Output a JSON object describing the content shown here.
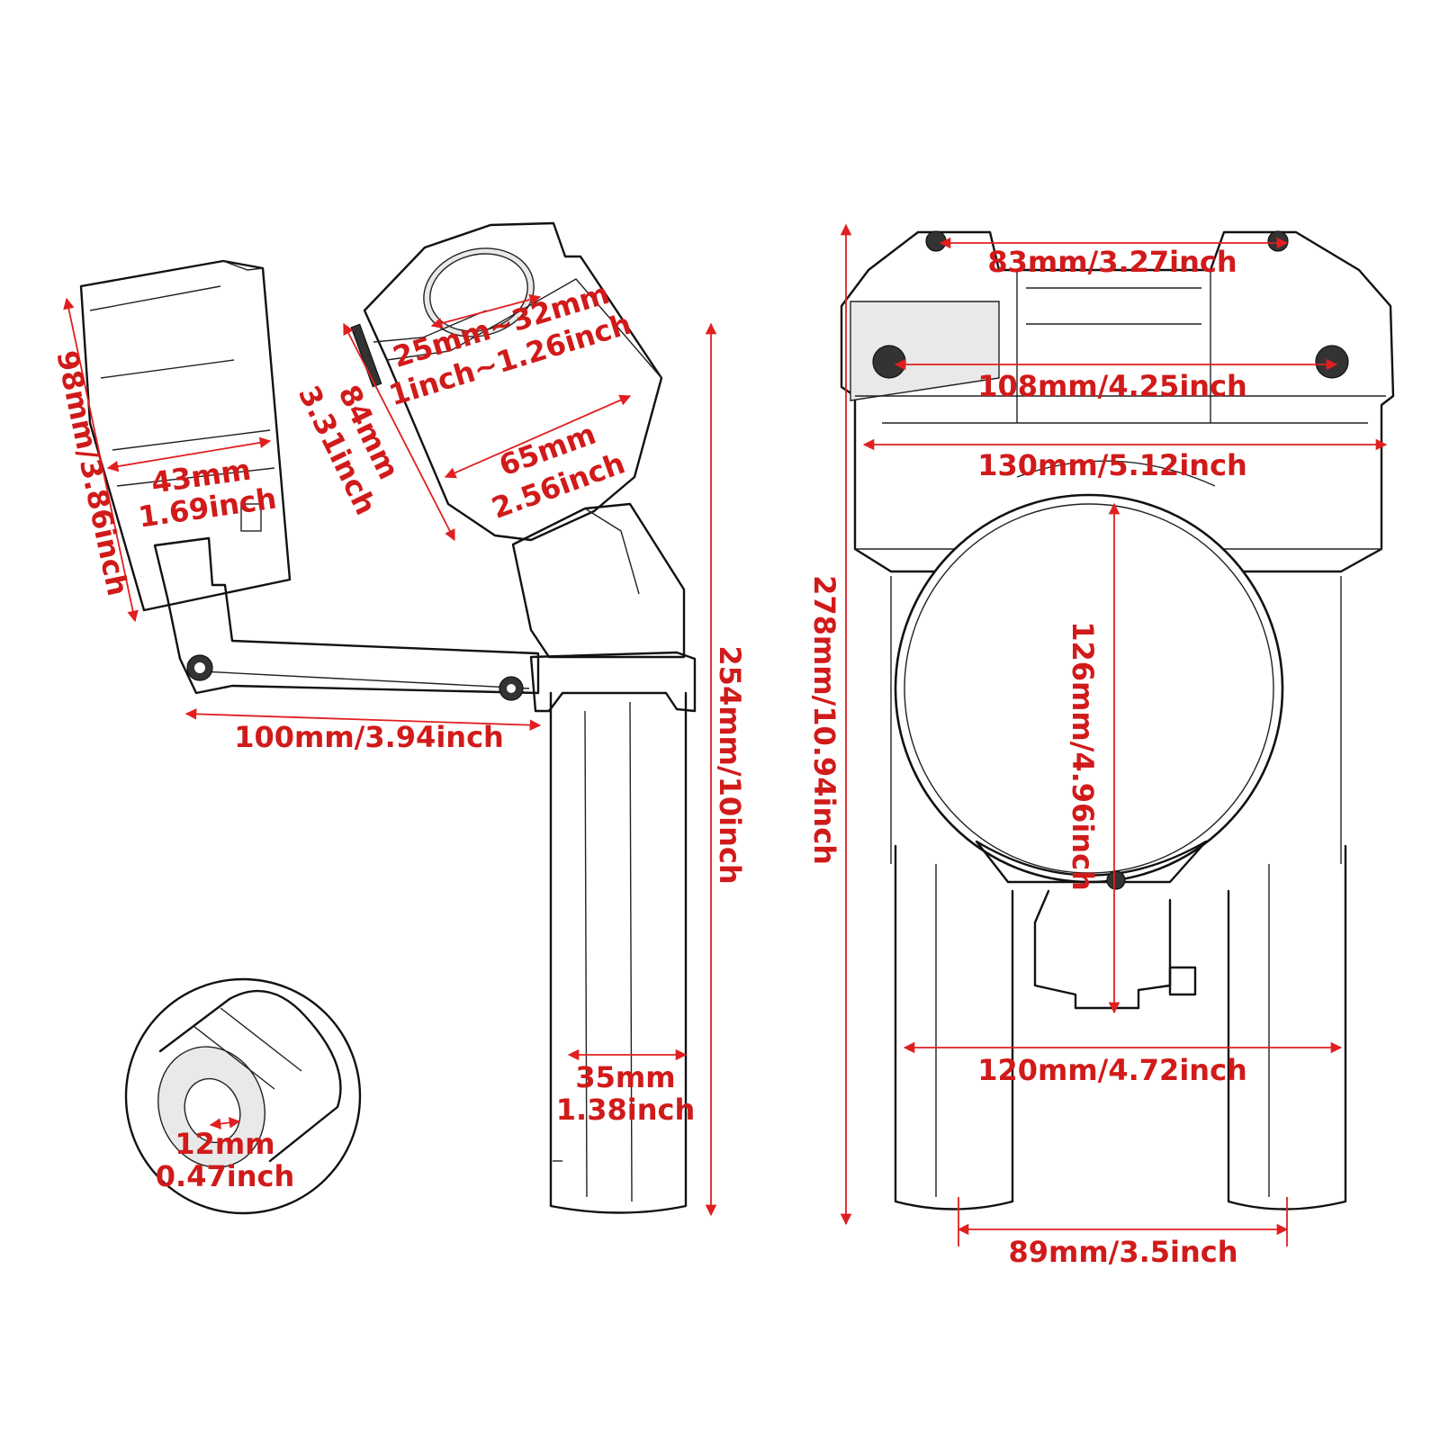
{
  "colors": {
    "dimension": "#d11a1a",
    "outline": "#111111",
    "background": "#ffffff"
  },
  "side_view": {
    "clamp_bore": {
      "mm": "25mm~32mm",
      "inch": "1inch~1.26inch"
    },
    "clamp_height": {
      "mm": "84mm",
      "inch": "3.31inch"
    },
    "clamp_width": {
      "mm": "65mm",
      "inch": "2.56inch"
    },
    "riser_height": "254mm/10inch",
    "tube_diameter": {
      "mm": "35mm",
      "inch": "1.38inch"
    }
  },
  "gauge_mount": {
    "cup_height": "98mm/3.86inch",
    "cup_width": {
      "mm": "43mm",
      "inch": "1.69inch"
    },
    "arm_length": "100mm/3.94inch"
  },
  "detail_inset": {
    "hole_diameter": {
      "mm": "12mm",
      "inch": "0.47inch"
    }
  },
  "front_view": {
    "overall_height": "278mm/10.94inch",
    "bolt_spacing_top": "83mm/3.27inch",
    "bolt_spacing_clamp": "108mm/4.25inch",
    "top_width": "130mm/5.12inch",
    "gauge_diameter": "126mm/4.96inch",
    "tube_span": "120mm/4.72inch",
    "tube_spacing": "89mm/3.5inch"
  }
}
